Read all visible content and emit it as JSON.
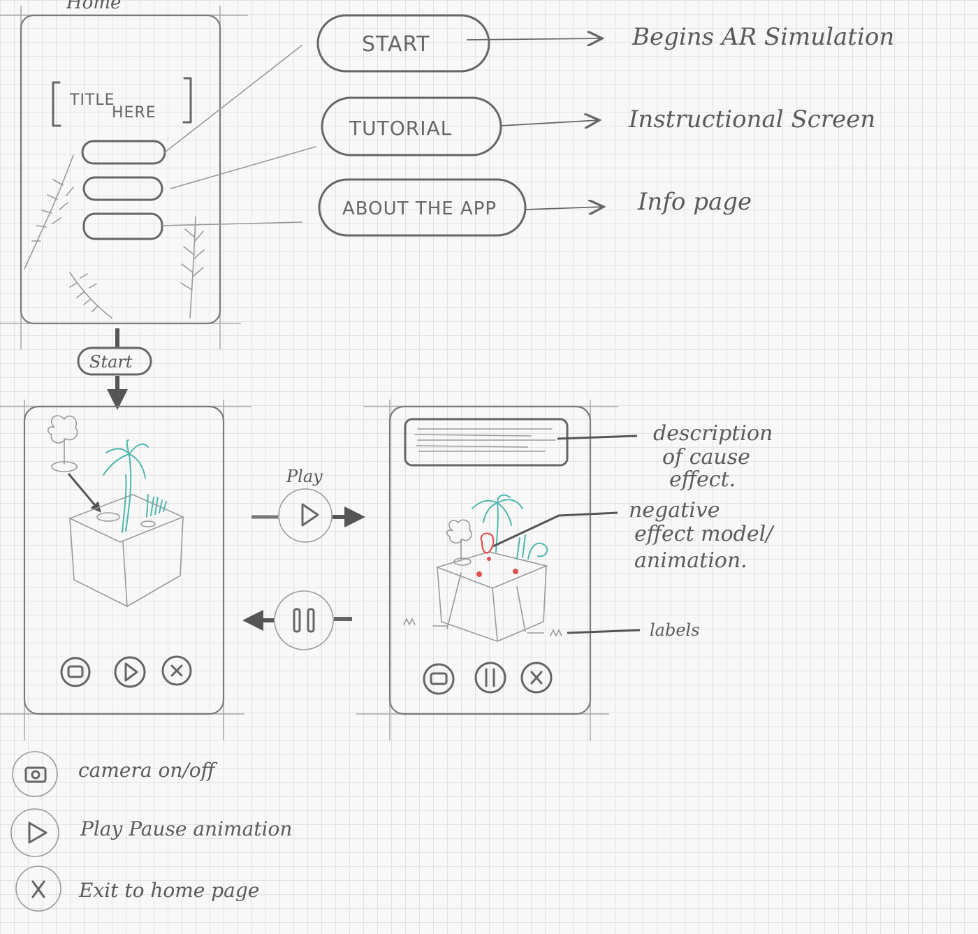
{
  "home_screen": {
    "label": "Home",
    "title_placeholder": [
      "TITLE",
      "HERE"
    ]
  },
  "menu_buttons": [
    {
      "label": "START",
      "description": "Begins AR Simulation"
    },
    {
      "label": "TUTORIAL",
      "description": "Instructional Screen"
    },
    {
      "label": "ABOUT THE APP",
      "description": "Info page"
    }
  ],
  "transition_label": "Start",
  "play_label": "Play",
  "ar_screen_annotations": {
    "description": [
      "description",
      "of cause",
      "effect."
    ],
    "model": [
      "negative",
      "effect model/",
      "animation."
    ],
    "labels": "labels"
  },
  "legend": [
    {
      "icon": "camera-icon",
      "text": "camera on/off"
    },
    {
      "icon": "play-icon",
      "text": "Play Pause animation"
    },
    {
      "icon": "close-icon",
      "text": "Exit to home page"
    }
  ],
  "colors": {
    "pencil": "#666666",
    "teal_plant": "#4fb7ad",
    "red_effect": "#e05050",
    "paper": "#f8f8f8",
    "grid": "#e2e2e2"
  }
}
